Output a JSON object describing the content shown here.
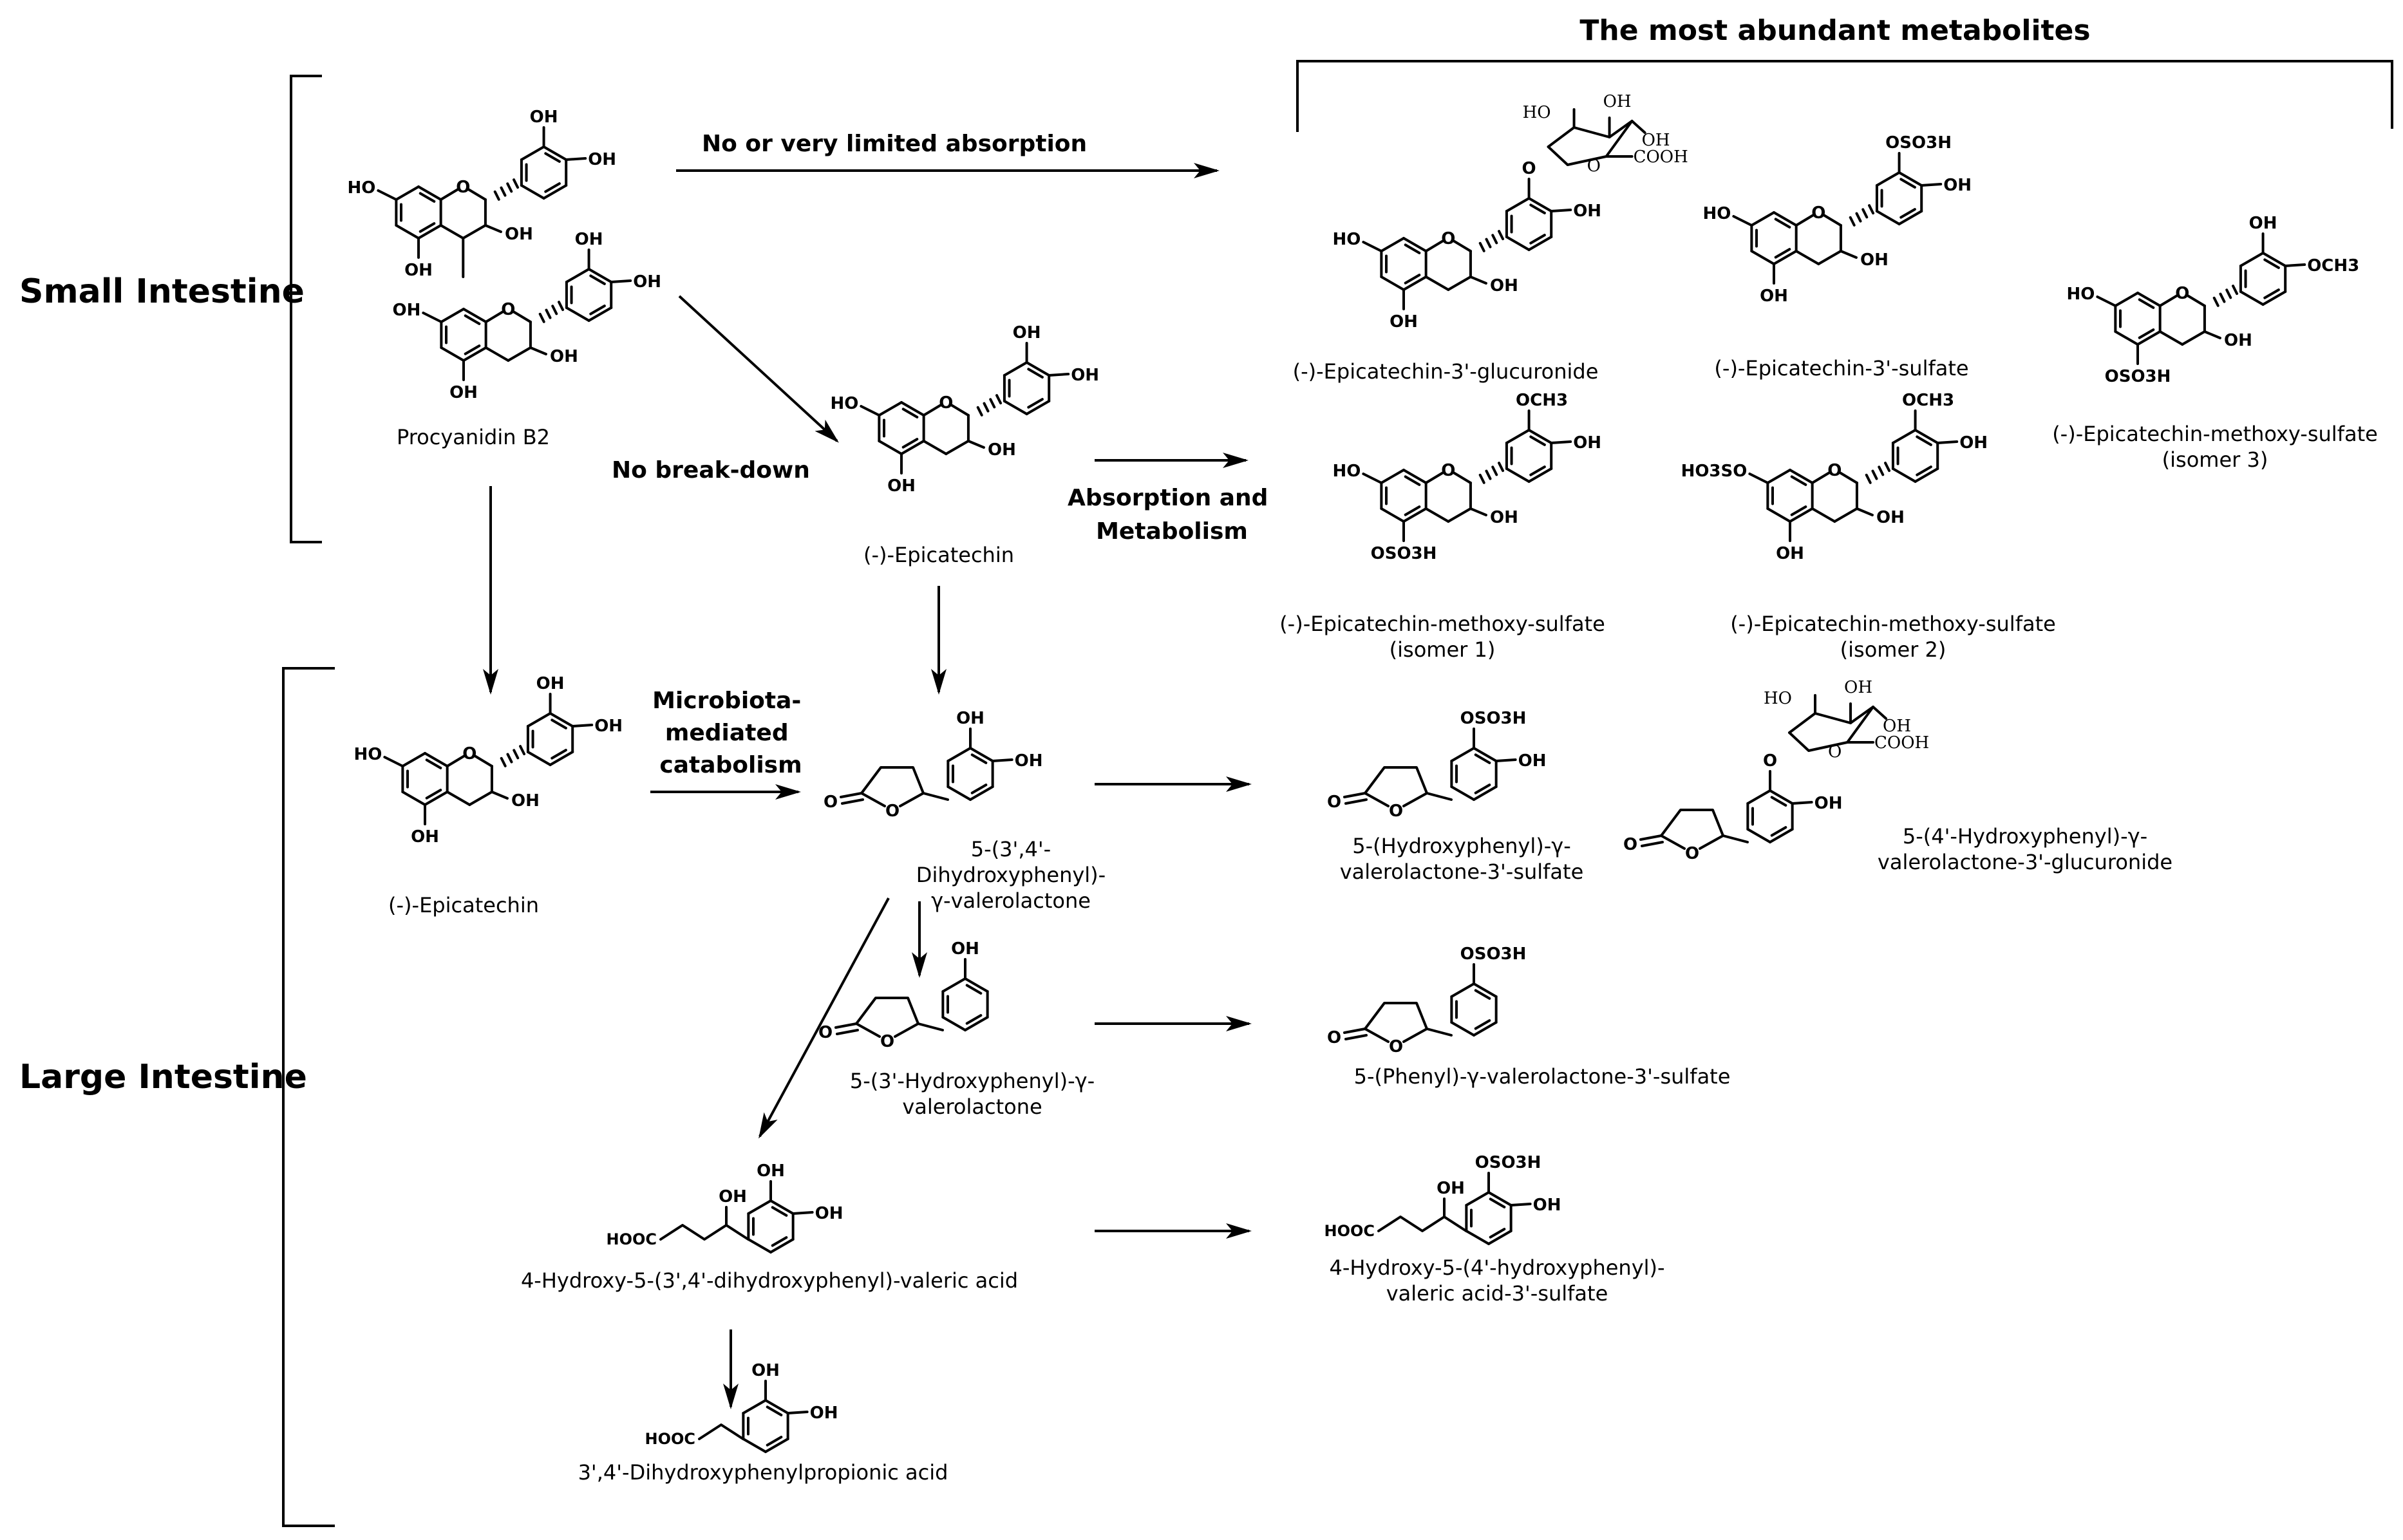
{
  "header": {
    "title": "The most abundant metabolites"
  },
  "sections": {
    "small": "Small Intestine",
    "large": "Large Intestine"
  },
  "steps": {
    "no_absorption": "No or very limited absorption",
    "no_breakdown": "No break-down",
    "absorption": [
      "Absorption and",
      "Metabolism"
    ],
    "microbiota": [
      "Microbiota-",
      "mediated",
      "catabolism"
    ]
  },
  "compounds": {
    "procyanidin": [
      "Procyanidin B2"
    ],
    "epicatechin_si": [
      "(-)-Epicatechin"
    ],
    "epicatechin_li": [
      "(-)-Epicatechin"
    ],
    "dhpvl": [
      "5-(3',4'-",
      "Dihydroxyphenyl)-",
      "γ-valerolactone"
    ],
    "hpvl": [
      "5-(3'-Hydroxyphenyl)-γ-",
      "valerolactone"
    ],
    "hdva": [
      "4-Hydroxy-5-(3',4'-dihydroxyphenyl)-valeric acid"
    ],
    "dhppa": [
      "3',4'-Dihydroxyphenylpropionic acid"
    ],
    "ec_glucuronide": [
      "(-)-Epicatechin-3'-glucuronide"
    ],
    "ec_sulfate": [
      "(-)-Epicatechin-3'-sulfate"
    ],
    "ec_ms3": [
      "(-)-Epicatechin-methoxy-sulfate",
      "(isomer 3)"
    ],
    "ec_ms1": [
      "(-)-Epicatechin-methoxy-sulfate",
      "(isomer 1)"
    ],
    "ec_ms2": [
      "(-)-Epicatechin-methoxy-sulfate",
      "(isomer 2)"
    ],
    "hpvl_sulfate": [
      "5-(Hydroxyphenyl)-γ-",
      "valerolactone-3'-sulfate"
    ],
    "hpvl_glucuronide": [
      "5-(4'-Hydroxyphenyl)-γ-",
      "valerolactone-3'-glucuronide"
    ],
    "pvl_sulfate": [
      "5-(Phenyl)-γ-valerolactone-3'-sulfate"
    ],
    "hhva_sulfate": [
      "4-Hydroxy-5-(4'-hydroxyphenyl)-",
      "valeric acid-3'-sulfate"
    ]
  },
  "atoms": {
    "oh": "OH",
    "ho": "HO",
    "o": "O",
    "osulf": "OSO3H",
    "sulfo": "HO3SO",
    "och3": "OCH3",
    "hooc": "HOOC",
    "cooh": "COOH"
  }
}
